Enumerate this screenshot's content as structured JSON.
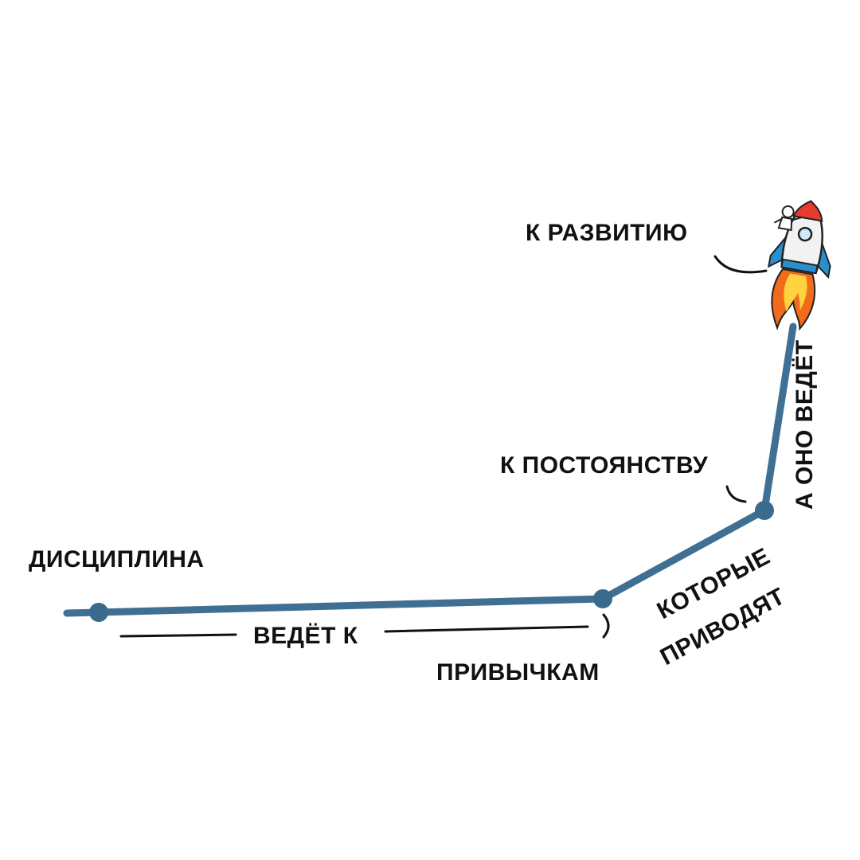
{
  "diagram": {
    "nodes": [
      {
        "id": "discipline",
        "label": "ДИСЦИПЛИНА"
      },
      {
        "id": "habits",
        "label": "ПРИВЫЧКАМ"
      },
      {
        "id": "consistency",
        "label": "К ПОСТОЯНСТВУ"
      },
      {
        "id": "growth",
        "label": "К РАЗВИТИЮ"
      }
    ],
    "edges": [
      {
        "from": "discipline",
        "to": "habits",
        "label": "ВЕДЁТ К"
      },
      {
        "from": "habits",
        "to": "consistency",
        "label_line1": "КОТОРЫЕ",
        "label_line2": "ПРИВОДЯТ"
      },
      {
        "from": "consistency",
        "to": "growth",
        "label": "А ОНО ВЕДЁТ"
      }
    ],
    "colors": {
      "path": "#3f6f93",
      "node": "#3a6a8d",
      "text": "#111111",
      "connector": "#111111",
      "rocket_body": "#f2f2f2",
      "rocket_fins": "#2a8fd0",
      "rocket_nose": "#e63b2e",
      "flame_outer": "#f26b1d",
      "flame_inner": "#ffd23f"
    },
    "icons": {
      "rocket": "rocket-icon"
    }
  }
}
